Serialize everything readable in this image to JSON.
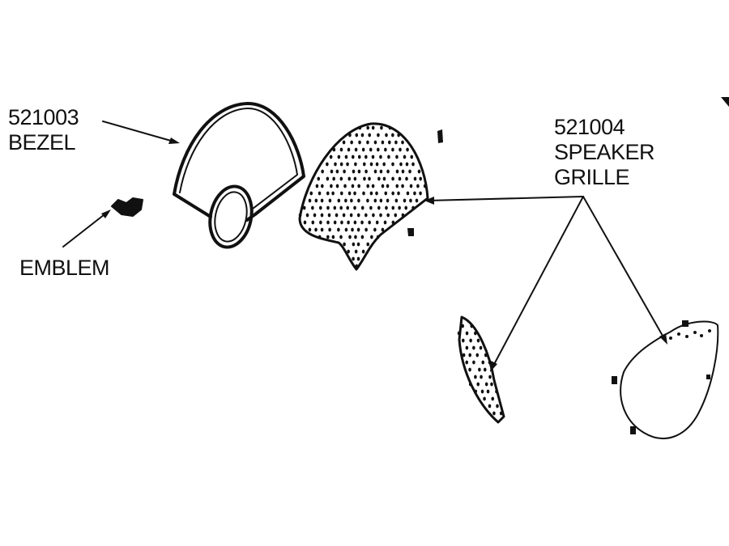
{
  "labels": {
    "bezel_part": "521003",
    "bezel_name": "BEZEL",
    "emblem_name": "EMBLEM",
    "grille_part": "521004",
    "grille_name_1": "SPEAKER",
    "grille_name_2": "GRILLE"
  },
  "colors": {
    "ink": "#111111",
    "background": "#ffffff"
  }
}
